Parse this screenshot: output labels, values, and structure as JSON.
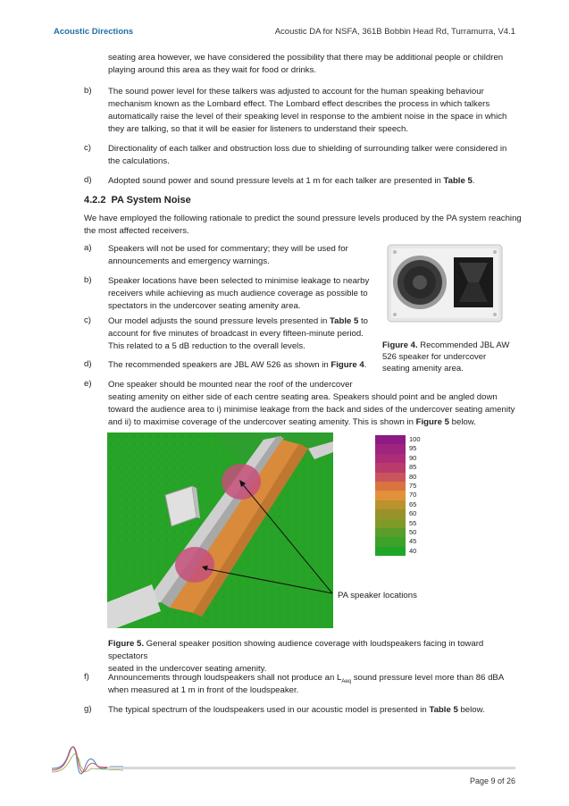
{
  "header": {
    "brand": "Acoustic Directions",
    "title": "Acoustic DA for NSFA, 361B Bobbin Head Rd, Turramurra, V4.1"
  },
  "intro": {
    "line1": "seating area however, we have considered the possibility that there may be additional people or children",
    "line2": "playing around this area as they wait for food or drinks."
  },
  "list1": [
    {
      "label": "b)",
      "lines": [
        "The sound power level for these talkers was adjusted to account for the human speaking behaviour",
        "mechanism known as the Lombard effect. The Lombard effect describes the process in which talkers",
        "automatically raise the level of their speaking level in response to the ambient noise in the space in which",
        "they are talking, so that it will be easier for listeners to understand their speech."
      ]
    },
    {
      "label": "c)",
      "lines": [
        "Directionality of each talker and obstruction loss due to shielding of surrounding talker were considered in",
        "the calculations."
      ]
    },
    {
      "label": "d)",
      "lines": [
        "Adopted sound power and sound pressure levels at 1 m for each talker are presented in"
      ],
      "bold": "Table 5",
      "tail": "."
    }
  ],
  "section": {
    "number": "4.2.2",
    "title": "PA System Noise"
  },
  "rationale": {
    "line1": "We have employed the following rationale to predict the sound pressure levels produced by the PA system reaching",
    "line2": "the most affected receivers."
  },
  "list2": [
    {
      "label": "a)",
      "lines": [
        "Speakers will not be used for commentary; they will be used for",
        "announcements and emergency warnings."
      ]
    },
    {
      "label": "b)",
      "lines": [
        "Speaker locations have been selected to minimise leakage to nearby",
        "receivers while achieving as much audience coverage as possible to",
        "spectators in the undercover seating amenity area."
      ]
    },
    {
      "label": "c)",
      "l1a": "Our model adjusts the sound pressure levels presented in ",
      "l1b": "Table 5",
      "l1c": " to",
      "l2": "account for five minutes of broadcast in every fifteen-minute period.",
      "l3": "This related to a 5 dB reduction to the overall levels."
    },
    {
      "label": "d)",
      "la": "The recommended speakers are JBL AW 526 as shown in ",
      "lb": "Figure 4",
      "lc": "."
    },
    {
      "label": "e)",
      "l1": "One speaker should be mounted near the roof of the undercover",
      "l2": "seating amenity on either side of each centre seating area. Speakers should point and be angled down",
      "l3": "toward the audience area to i) minimise leakage from the back and sides of the undercover seating amenity",
      "l4a": "and ii) to maximise coverage of the undercover seating amenity. This is shown in ",
      "l4b": "Figure 5",
      "l4c": " below."
    }
  ],
  "figure4": {
    "label": "Figure 4.",
    "text1": " Recommended JBL AW",
    "text2": "526 speaker for undercover",
    "text3": "seating amenity area."
  },
  "legend": {
    "values": [
      "100",
      "95",
      "90",
      "85",
      "80",
      "75",
      "70",
      "65",
      "60",
      "55",
      "50",
      "45",
      "40"
    ],
    "colors": [
      "#8e1a86",
      "#9e2480",
      "#ad2c78",
      "#b83b6c",
      "#c9555c",
      "#d9743f",
      "#e2903a",
      "#b8932e",
      "#98922b",
      "#7e9b2a",
      "#5b9d2a",
      "#3ca22a",
      "#1fa628"
    ]
  },
  "pa_label": "PA speaker locations",
  "figure5": {
    "label": "Figure 5.",
    "text1": " General speaker position showing audience coverage with loudspeakers facing in toward spectators",
    "text2": "seated in the undercover seating amenity."
  },
  "list3": [
    {
      "label": "f)",
      "l1a": "Announcements through loudspeakers shall not produce an L",
      "l1sub": "Aeq",
      "l1b": " sound pressure level more than 86 dBA",
      "l2": "when measured at 1 m in front of the loudspeaker."
    },
    {
      "label": "g)",
      "la": "The typical spectrum of the loudspeakers used in our acoustic model is presented in ",
      "lb": "Table 5",
      "lc": " below."
    }
  ],
  "footer": {
    "page": "Page 9 of 26"
  }
}
